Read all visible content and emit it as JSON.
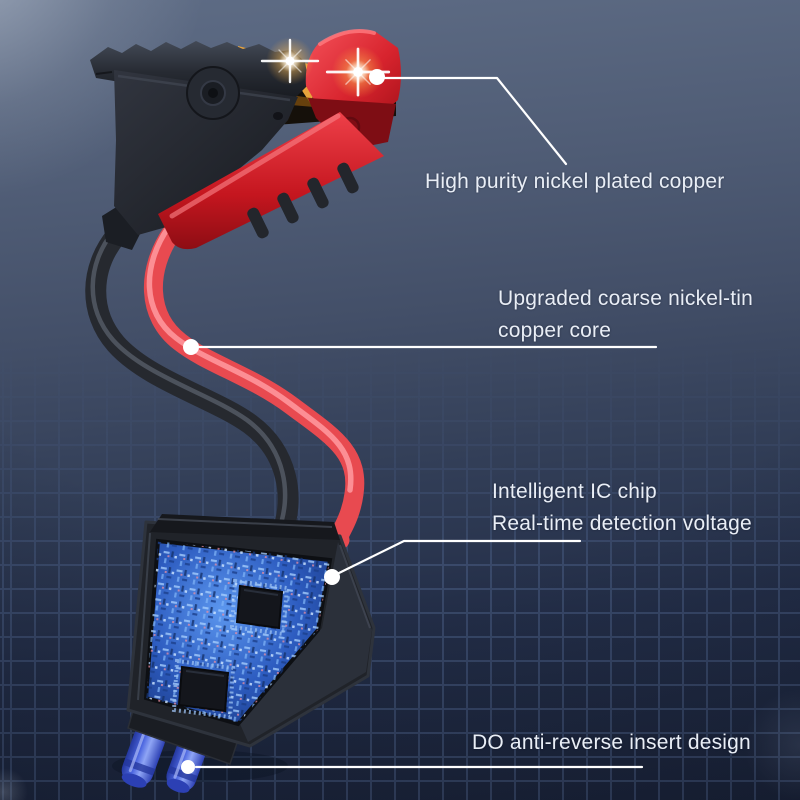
{
  "annotations": {
    "clamp": {
      "label": "High purity nickel plated copper"
    },
    "cable": {
      "line1": "Upgraded coarse nickel-tin",
      "line2": "copper core"
    },
    "chip": {
      "line1": "Intelligent IC chip",
      "line2": "Real-time detection voltage"
    },
    "connector": {
      "label": "DO anti-reverse insert design"
    }
  },
  "icons": {
    "sparkle_icon": "✦ light flare on clamp teeth",
    "callout_dot": "● white annotation anchor dot"
  },
  "colors": {
    "background_top": "#5e6c85",
    "background_bottom": "#1a2339",
    "grid_line": "#46597e",
    "callout_line": "#ffffff",
    "label_text": "#e9eef6",
    "clamp_black": "#23262d",
    "clamp_red": "#d8242e",
    "copper_teeth": "#e8a33c",
    "cable_black": "#26292f",
    "cable_red": "#e84a50",
    "pcb_blue": "#3d7de0",
    "chip_black": "#14161c",
    "connector_blue": "#4c66e0",
    "sparkle": "#ffffff"
  }
}
